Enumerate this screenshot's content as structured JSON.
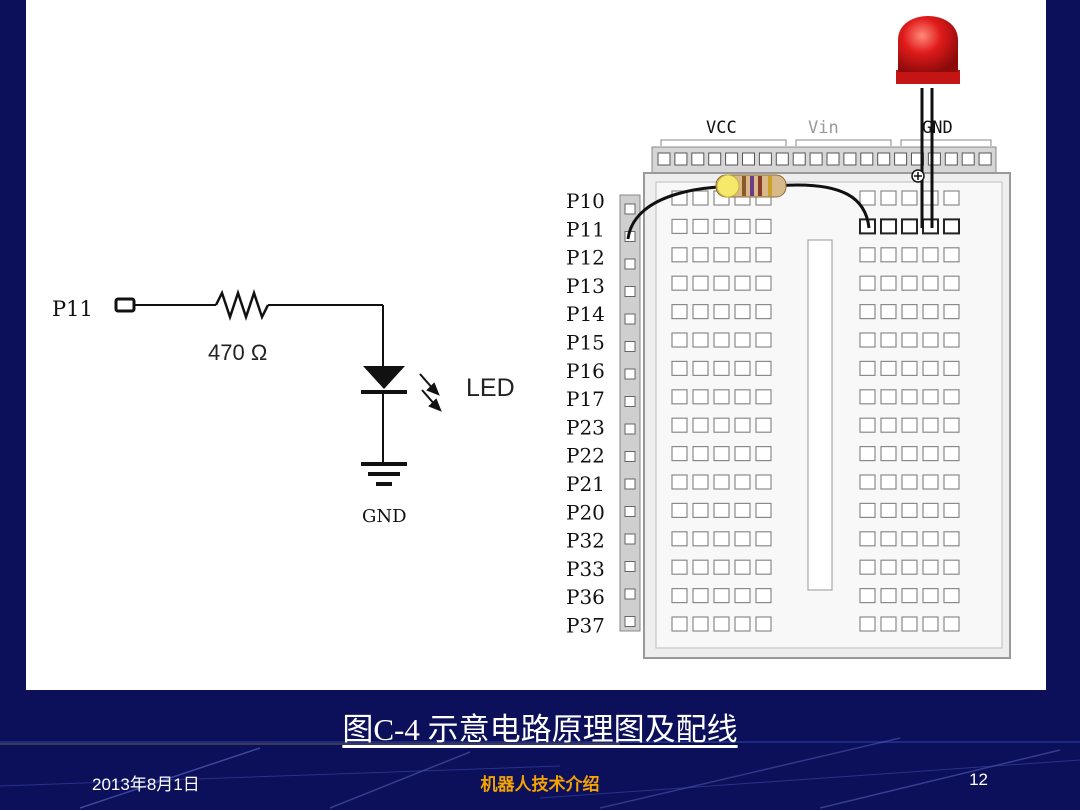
{
  "schematic": {
    "input_label": "P11",
    "resistor_value": "470 Ω",
    "led_label": "LED",
    "ground_label": "GND"
  },
  "breadboard": {
    "header_labels": [
      "VCC",
      "Vin",
      "GND"
    ],
    "pin_labels": [
      "P10",
      "P11",
      "P12",
      "P13",
      "P14",
      "P15",
      "P16",
      "P17",
      "P23",
      "P22",
      "P21",
      "P20",
      "P32",
      "P33",
      "P36",
      "P37"
    ]
  },
  "caption": "图C-4 示意电路原理图及配线",
  "footer": {
    "date": "2013年8月1日",
    "title": "机器人技术介绍",
    "page": "12"
  },
  "colors": {
    "background": "#0c0f5a",
    "footer_title": "#f5a300",
    "led": "#e01b1b"
  }
}
